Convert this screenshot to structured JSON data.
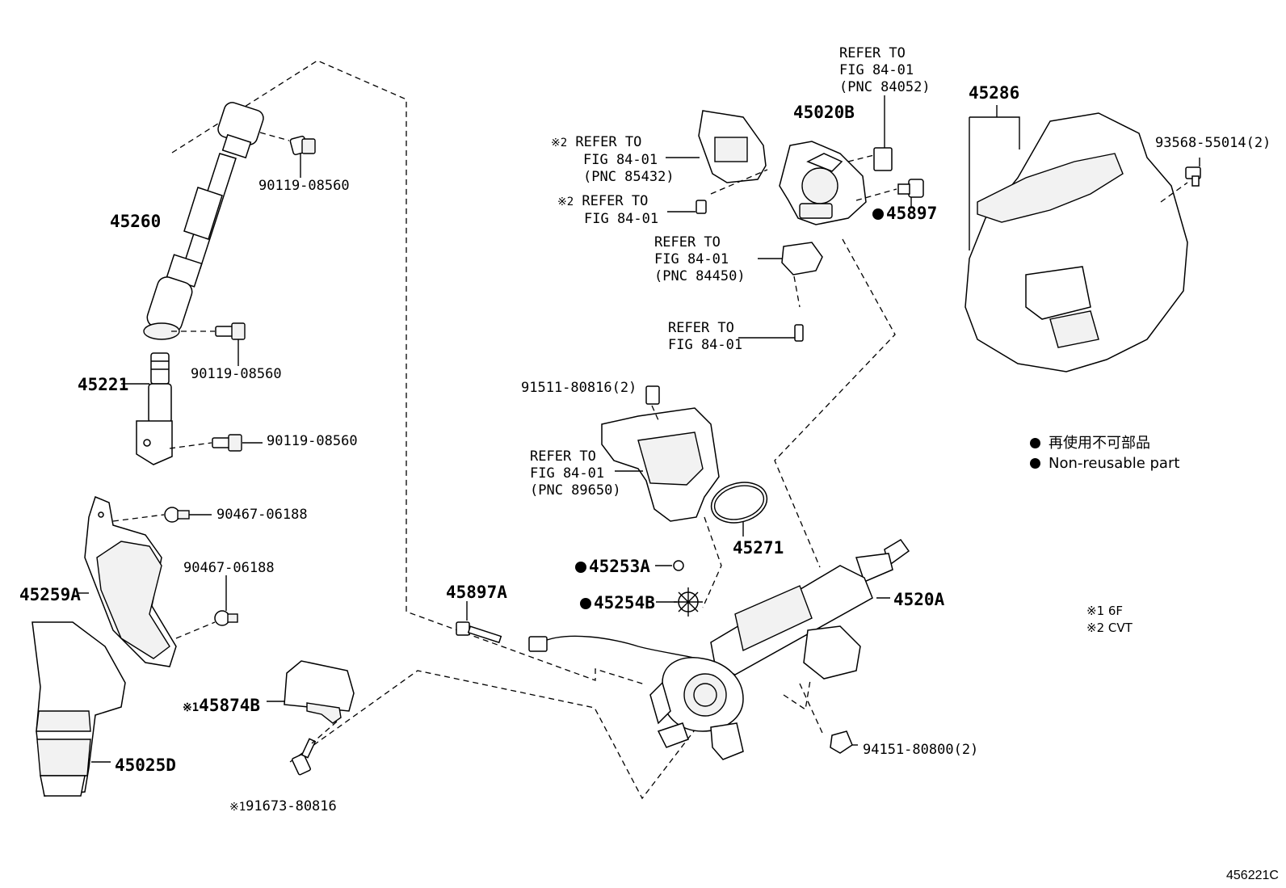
{
  "parts": {
    "p45260": "45260",
    "p90119_a": "90119-08560",
    "p90119_b": "90119-08560",
    "p90119_c": "90119-08560",
    "p45221": "45221",
    "p90467_a": "90467-06188",
    "p90467_b": "90467-06188",
    "p45259a": "45259A",
    "p45025d": "45025D",
    "p45874b": "45874B",
    "p91673": "91673-80816",
    "p45020b": "45020B",
    "p45897": "45897",
    "p45286": "45286",
    "p93568": "93568-55014(2)",
    "p91511": "91511-80816(2)",
    "p45271": "45271",
    "p45253a": "45253A",
    "p45254b": "45254B",
    "p45897a": "45897A",
    "p4520a": "4520A",
    "p94151": "94151-80800(2)"
  },
  "refs": {
    "r84052": {
      "l1": "REFER TO",
      "l2": "FIG 84-01",
      "l3": "(PNC 84052)"
    },
    "r85432": {
      "mark": "※2",
      "l1": "REFER TO",
      "l2": "FIG 84-01",
      "l3": "(PNC 85432)"
    },
    "r_fig2": {
      "mark": "※2",
      "l1": "REFER TO",
      "l2": "FIG 84-01"
    },
    "r84450": {
      "l1": "REFER TO",
      "l2": "FIG 84-01",
      "l3": "(PNC 84450)"
    },
    "r_fig": {
      "l1": "REFER TO",
      "l2": "FIG 84-01"
    },
    "r89650": {
      "l1": "REFER TO",
      "l2": "FIG 84-01",
      "l3": "(PNC 89650)"
    }
  },
  "marks": {
    "m1": "※1",
    "m1b": "※1"
  },
  "legend": {
    "ja": "再使用不可部品",
    "en": "Non-reusable part"
  },
  "notes": {
    "n1": "※1 6F",
    "n2": "※2 CVT"
  },
  "figure_id": "456221C"
}
